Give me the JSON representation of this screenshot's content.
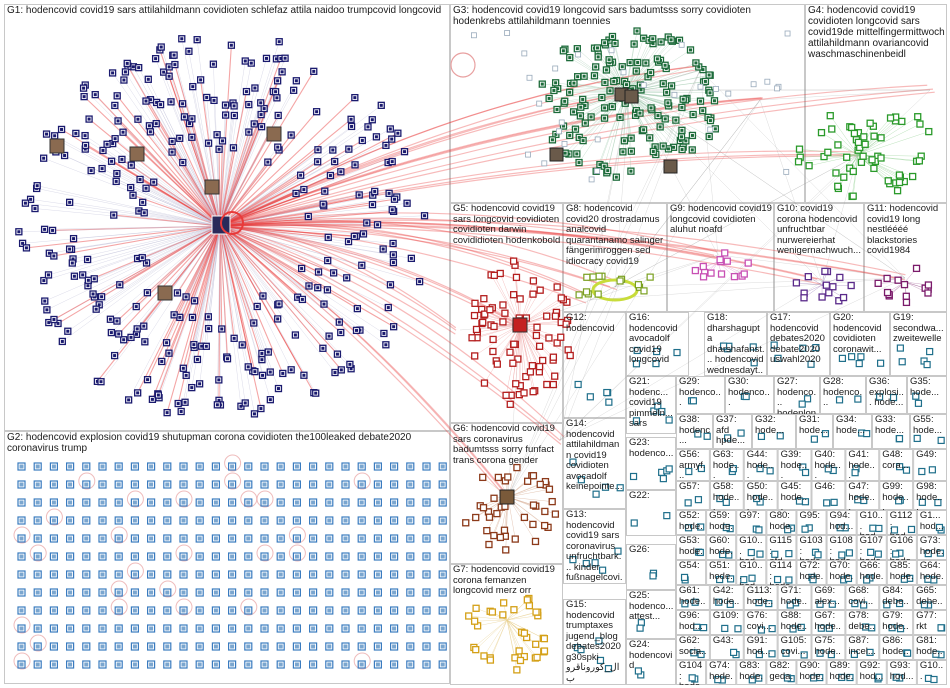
{
  "colors": {
    "background": "#ffffff",
    "grid_border": "#c8c8c8",
    "edge_red": "#e83a3a",
    "edge_gray": "#9a9a9a"
  },
  "groups": [
    {
      "id": "G1",
      "label": "G1: hodencovid covid19 sars attilahildmann covidioten schlefaz attila naidoo trumpcovid longcovid",
      "color": "#1a1a6e"
    },
    {
      "id": "G2",
      "label": "G2: hodencovid explosion covid19 shutupman corona covidioten the100leaked debate2020 coronavirus trump",
      "color": "#3a7bbf"
    },
    {
      "id": "G3",
      "label": "G3: hodencovid covid19 longcovid sars badumtsss sorry covidioten hodenkrebs attilahildmann toennies",
      "color": "#1d6b3a"
    },
    {
      "id": "G4",
      "label": "G4: hodencovid covid19 covidioten longcovid sars covid19de mittelfingermittwoch attilahildmann ovariancovid waschmaschinenbeidl",
      "color": "#2a9a2a"
    },
    {
      "id": "G5",
      "label": "G5: hodencovid covid19 sars longcovid covidioten covidioten darwin covididioten hodenkobold",
      "color": "#b41e1e"
    },
    {
      "id": "G6",
      "label": "G6: hodencovid covid19 sars coronavirus badumtsss sorry funfact trans corona gender",
      "color": "#8c3a1a"
    },
    {
      "id": "G7",
      "label": "G7: hodencovid covid19 corona femanzen longcovid merz orr",
      "color": "#d4a017"
    },
    {
      "id": "G8",
      "label": "G8: hodencovid covid20 drostradamus analcovid quarantanamo salinger fängerimroggen sed idiocracy covid19",
      "color": "#9acd32"
    },
    {
      "id": "G9",
      "label": "G9: hodencovid covid19 longcovid covidioten aluhut noafd",
      "color": "#c850b4"
    },
    {
      "id": "G10",
      "label": "G10: covid19 corona hodencovid unfruchtbar nurwereierhat wenigernachwuch...",
      "color": "#5a2a8a"
    },
    {
      "id": "G11",
      "label": "G11: hodencovid covid19 long nestléééé blackstories covid1984",
      "color": "#7a1a6a"
    },
    {
      "id": "G12",
      "label": "G12: hodencovid",
      "color": "#1f6f8b"
    },
    {
      "id": "G13",
      "label": "G13: hodencovid covid19 sars coronavirus unfruchtbark... kinder fußnagelcovi...",
      "color": "#1f6f8b"
    },
    {
      "id": "G14",
      "label": "G14: hodencovid attilahildmann covid19 covidioten avocadolf keinepointe...",
      "color": "#1f6f8b"
    },
    {
      "id": "G15",
      "label": "G15: hodencovid trumptaxes jugend_blog debates2020 g30spki ال_كوروناقروب",
      "color": "#1f6f8b"
    },
    {
      "id": "G16",
      "label": "G16: hodencovid avocadolf covid19 longcovid",
      "color": "#1f6f8b"
    },
    {
      "id": "G17",
      "label": "G17: hodencovid debates2020 debate2020 uswahl2020",
      "color": "#1f6f8b"
    },
    {
      "id": "G18",
      "label": "G18: dharshagupta dharshafanst... hodencovid wednesdayt...",
      "color": "#1f6f8b"
    },
    {
      "id": "G19",
      "label": "G19: secondwa... zweitewelle",
      "color": "#1f6f8b"
    },
    {
      "id": "G20",
      "label": "G20: hodencovid covidioten coronawit...",
      "color": "#1f6f8b"
    },
    {
      "id": "G21",
      "label": "G21: hodenc... covid19 pimmeln... sars",
      "color": "#1f6f8b"
    },
    {
      "id": "G22",
      "label": "G22:",
      "color": "#1f6f8b"
    },
    {
      "id": "G23",
      "label": "G23: hodenco...",
      "color": "#1f6f8b"
    },
    {
      "id": "G24",
      "label": "G24: hodencovid",
      "color": "#1f6f8b"
    },
    {
      "id": "G25",
      "label": "G25: hodenco... attest...",
      "color": "#1f6f8b"
    },
    {
      "id": "G26",
      "label": "G26:",
      "color": "#1f6f8b"
    },
    {
      "id": "G27",
      "label": "G27: hodenco... hodenlon...",
      "color": "#1f6f8b"
    },
    {
      "id": "G28",
      "label": "G28: hodenco...",
      "color": "#1f6f8b"
    },
    {
      "id": "G29",
      "label": "G29: hodenco...",
      "color": "#1f6f8b"
    },
    {
      "id": "G30",
      "label": "G30: hodenco...",
      "color": "#1f6f8b"
    },
    {
      "id": "G31",
      "label": "G31: hode...",
      "color": "#1f6f8b"
    },
    {
      "id": "G32",
      "label": "G32: hode...",
      "color": "#1f6f8b"
    },
    {
      "id": "G33",
      "label": "G33: hode...",
      "color": "#1f6f8b"
    },
    {
      "id": "G34",
      "label": "G34: hode...",
      "color": "#1f6f8b"
    },
    {
      "id": "G35",
      "label": "G35: hode...",
      "color": "#1f6f8b"
    },
    {
      "id": "G36",
      "label": "G36: explosi... hode...",
      "color": "#1f6f8b"
    },
    {
      "id": "G37",
      "label": "G37: afd hpde...",
      "color": "#1f6f8b"
    },
    {
      "id": "G38",
      "label": "G38: hodenc...",
      "color": "#1f6f8b"
    },
    {
      "id": "G39",
      "label": "G39: hode...",
      "color": "#1f6f8b"
    },
    {
      "id": "G40",
      "label": "G40: hode...",
      "color": "#1f6f8b"
    },
    {
      "id": "G41",
      "label": "G41: hode...",
      "color": "#1f6f8b"
    },
    {
      "id": "G42",
      "label": "G42: hode...",
      "color": "#1f6f8b"
    },
    {
      "id": "G43",
      "label": "G43:",
      "color": "#1f6f8b"
    },
    {
      "id": "G44",
      "label": "G44: hode...",
      "color": "#1f6f8b"
    },
    {
      "id": "G45",
      "label": "G45: hode...",
      "color": "#1f6f8b"
    },
    {
      "id": "G46",
      "label": "G46:",
      "color": "#1f6f8b"
    },
    {
      "id": "G47",
      "label": "G47: hode...",
      "color": "#1f6f8b"
    },
    {
      "id": "G48",
      "label": "G48: cora...",
      "color": "#1f6f8b"
    },
    {
      "id": "G49",
      "label": "G49:",
      "color": "#1f6f8b"
    },
    {
      "id": "G50",
      "label": "G50: hode...",
      "color": "#1f6f8b"
    },
    {
      "id": "G51",
      "label": "G51: hode...",
      "color": "#1f6f8b"
    },
    {
      "id": "G52",
      "label": "G52: hode...",
      "color": "#1f6f8b"
    },
    {
      "id": "G53",
      "label": "G53: hode...",
      "color": "#1f6f8b"
    },
    {
      "id": "G54",
      "label": "G54:",
      "color": "#1f6f8b"
    },
    {
      "id": "G55",
      "label": "G55: hode...",
      "color": "#1f6f8b"
    },
    {
      "id": "G56",
      "label": "G56: armyf...",
      "color": "#1f6f8b"
    },
    {
      "id": "G57",
      "label": "G57:",
      "color": "#1f6f8b"
    },
    {
      "id": "G58",
      "label": "G58: hode...",
      "color": "#1f6f8b"
    },
    {
      "id": "G59",
      "label": "G59: hode...",
      "color": "#1f6f8b"
    },
    {
      "id": "G60",
      "label": "G60: hode...",
      "color": "#1f6f8b"
    },
    {
      "id": "G61",
      "label": "G61: hode...",
      "color": "#1f6f8b"
    },
    {
      "id": "G62",
      "label": "G62: socia...",
      "color": "#1f6f8b"
    },
    {
      "id": "G63",
      "label": "G63: hode...",
      "color": "#1f6f8b"
    },
    {
      "id": "G64",
      "label": "G64: hode...",
      "color": "#1f6f8b"
    },
    {
      "id": "G65",
      "label": "G65: debe...",
      "color": "#1f6f8b"
    },
    {
      "id": "G66",
      "label": "G66: hode...",
      "color": "#1f6f8b"
    },
    {
      "id": "G67",
      "label": "G67: hode...",
      "color": "#1f6f8b"
    },
    {
      "id": "G68",
      "label": "G68: covi...",
      "color": "#1f6f8b"
    },
    {
      "id": "G69",
      "label": "G69: alex...",
      "color": "#1f6f8b"
    },
    {
      "id": "G70",
      "label": "G70: hode...",
      "color": "#1f6f8b"
    },
    {
      "id": "G71",
      "label": "G71: hode...",
      "color": "#1f6f8b"
    },
    {
      "id": "G72",
      "label": "G72: hode...",
      "color": "#1f6f8b"
    },
    {
      "id": "G73",
      "label": "G73: hode...",
      "color": "#1f6f8b"
    },
    {
      "id": "G74",
      "label": "G74: hode...",
      "color": "#1f6f8b"
    },
    {
      "id": "G75",
      "label": "G75: hode...",
      "color": "#1f6f8b"
    },
    {
      "id": "G76",
      "label": "G76: covi...",
      "color": "#1f6f8b"
    },
    {
      "id": "G77",
      "label": "G77: rkt",
      "color": "#1f6f8b"
    },
    {
      "id": "G78",
      "label": "G78: debe...",
      "color": "#1f6f8b"
    },
    {
      "id": "G79",
      "label": "G79: hode...",
      "color": "#1f6f8b"
    },
    {
      "id": "G80",
      "label": "G80: hode...",
      "color": "#1f6f8b"
    },
    {
      "id": "G81",
      "label": "G81: hode...",
      "color": "#1f6f8b"
    },
    {
      "id": "G82",
      "label": "G82: geda...",
      "color": "#1f6f8b"
    },
    {
      "id": "G83",
      "label": "G83: hode...",
      "color": "#1f6f8b"
    },
    {
      "id": "G84",
      "label": "G84: debe...",
      "color": "#1f6f8b"
    },
    {
      "id": "G85",
      "label": "G85: hode...",
      "color": "#1f6f8b"
    },
    {
      "id": "G86",
      "label": "G86: hode...",
      "color": "#1f6f8b"
    },
    {
      "id": "G87",
      "label": "G87: incel...",
      "color": "#1f6f8b"
    },
    {
      "id": "G88",
      "label": "G88: hode...",
      "color": "#1f6f8b"
    },
    {
      "id": "G89",
      "label": "G89: hode...",
      "color": "#1f6f8b"
    },
    {
      "id": "G90",
      "label": "G90: hode...",
      "color": "#1f6f8b"
    },
    {
      "id": "G91",
      "label": "G91: hod...",
      "color": "#1f6f8b"
    },
    {
      "id": "G92",
      "label": "G92: hod...",
      "color": "#1f6f8b"
    },
    {
      "id": "G93",
      "label": "G93: hod...",
      "color": "#1f6f8b"
    },
    {
      "id": "G94",
      "label": "G94: hod...",
      "color": "#1f6f8b"
    },
    {
      "id": "G95",
      "label": "G95:",
      "color": "#1f6f8b"
    },
    {
      "id": "G96",
      "label": "G96: hod...",
      "color": "#1f6f8b"
    },
    {
      "id": "G97",
      "label": "G97:",
      "color": "#1f6f8b"
    },
    {
      "id": "G98",
      "label": "G98: hode...",
      "color": "#1f6f8b"
    },
    {
      "id": "G99",
      "label": "G99: hode...",
      "color": "#1f6f8b"
    },
    {
      "id": "G100",
      "label": "G10... hod...",
      "color": "#1f6f8b"
    },
    {
      "id": "G101",
      "label": "G10... hod...",
      "color": "#1f6f8b"
    },
    {
      "id": "G102",
      "label": "G10... hod...",
      "color": "#1f6f8b"
    },
    {
      "id": "G103",
      "label": "G103: hode...",
      "color": "#1f6f8b"
    },
    {
      "id": "G104",
      "label": "G104: hode...",
      "color": "#1f6f8b"
    },
    {
      "id": "G105",
      "label": "G105: covi...",
      "color": "#1f6f8b"
    },
    {
      "id": "G106",
      "label": "G106: hode...",
      "color": "#1f6f8b"
    },
    {
      "id": "G107",
      "label": "G107: hode...",
      "color": "#1f6f8b"
    },
    {
      "id": "G108",
      "label": "G108: hode...",
      "color": "#1f6f8b"
    },
    {
      "id": "G109",
      "label": "G109:",
      "color": "#1f6f8b"
    },
    {
      "id": "G110",
      "label": "G10...",
      "color": "#1f6f8b"
    },
    {
      "id": "G112",
      "label": "G112: hod...",
      "color": "#1f6f8b"
    },
    {
      "id": "G113",
      "label": "G113: hode...",
      "color": "#1f6f8b"
    },
    {
      "id": "G114",
      "label": "G114: hode...",
      "color": "#1f6f8b"
    },
    {
      "id": "G115",
      "label": "G115: afd...",
      "color": "#1f6f8b"
    },
    {
      "id": "G1x",
      "label": "G1... hod...",
      "color": "#1f6f8b"
    }
  ]
}
